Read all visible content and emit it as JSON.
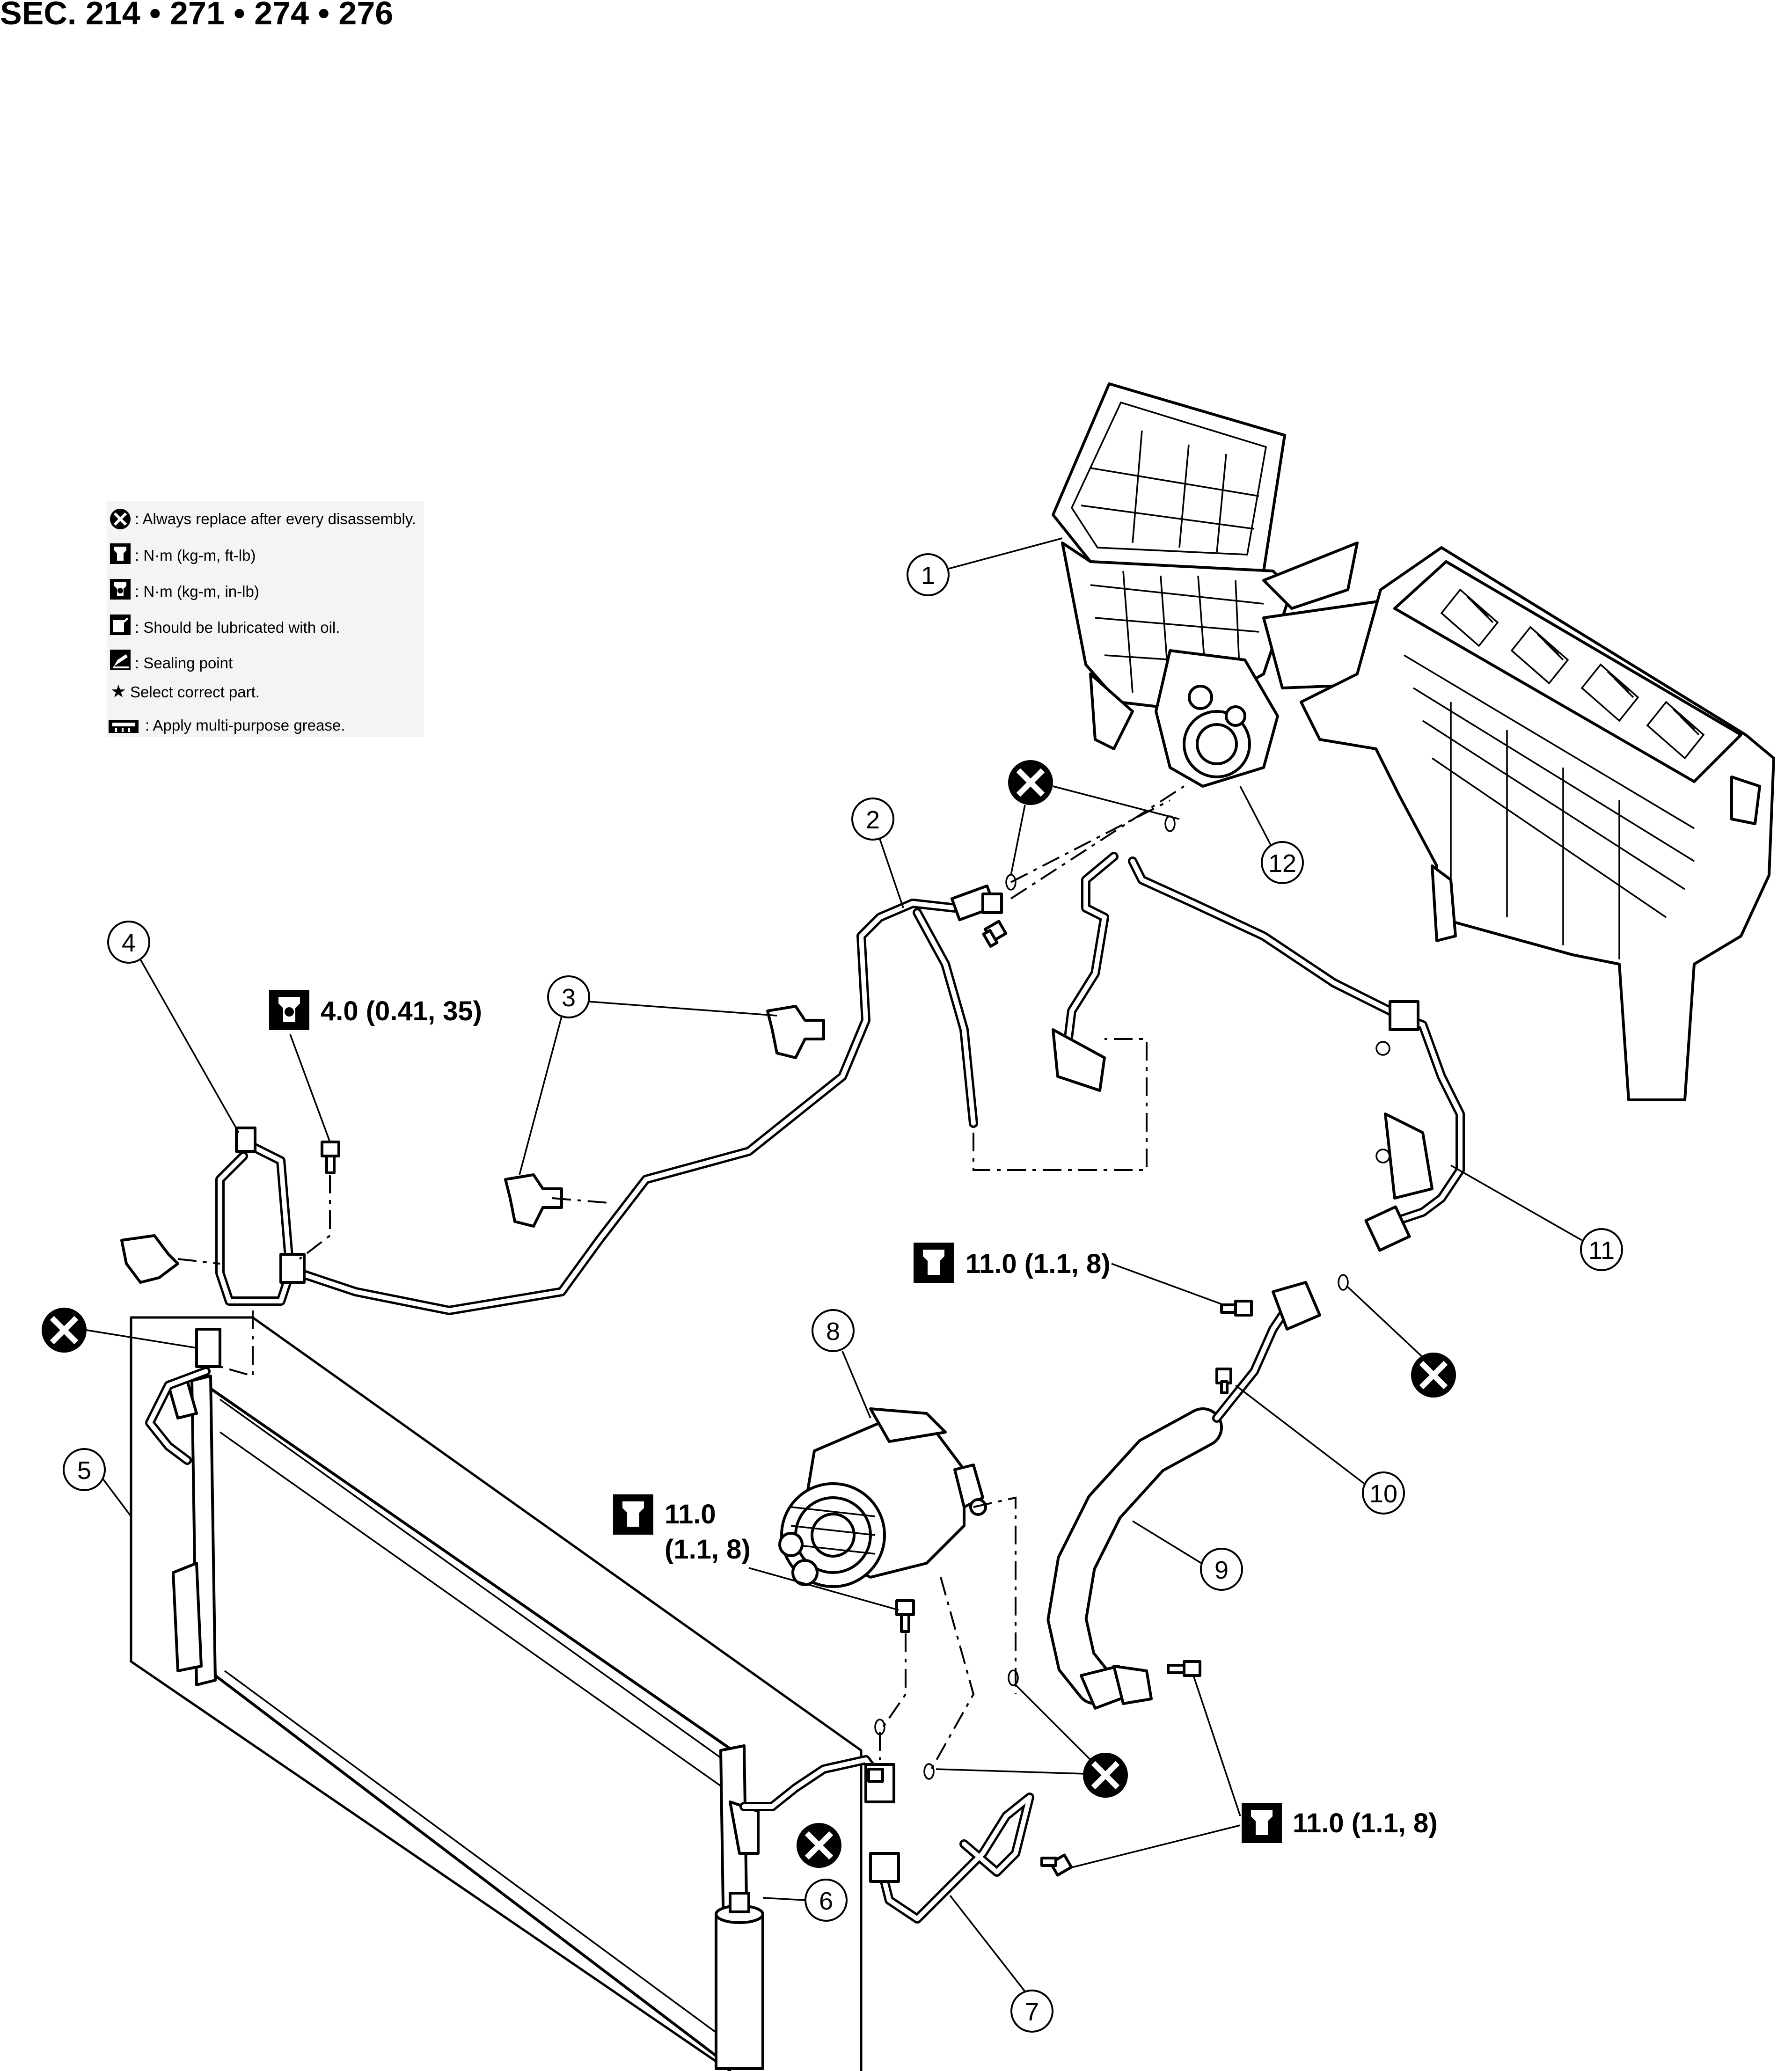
{
  "header": {
    "section_title": "SEC. 214 • 271 • 274 • 276"
  },
  "legend": {
    "items": [
      {
        "icon": "replace-x-icon",
        "text": ": Always replace after every disassembly."
      },
      {
        "icon": "torque-wrench-icon",
        "text": ": N·m (kg-m, ft-lb)"
      },
      {
        "icon": "torque-wrench-filled-icon",
        "text": ": N·m (kg-m, in-lb)"
      },
      {
        "icon": "oil-can-icon",
        "text": ": Should be lubricated with oil."
      },
      {
        "icon": "sealing-point-icon",
        "text": ": Sealing point"
      },
      {
        "icon": "star-icon",
        "text": "Select correct part."
      },
      {
        "icon": "grease-icon",
        "text": ": Apply multi-purpose grease."
      }
    ]
  },
  "torque_specs": {
    "clip_bolt": "4.0 (0.41, 35)",
    "upper_bolt": "11.0 (1.1, 8)",
    "compressor_bolt_line1": "11.0",
    "compressor_bolt_line2": "(1.1, 8)",
    "lower_bolts": "11.0 (1.1, 8)"
  },
  "callouts": [
    "1",
    "2",
    "3",
    "4",
    "5",
    "6",
    "7",
    "8",
    "9",
    "10",
    "11",
    "12"
  ],
  "colors": {
    "line": "#000000",
    "background": "#ffffff"
  }
}
